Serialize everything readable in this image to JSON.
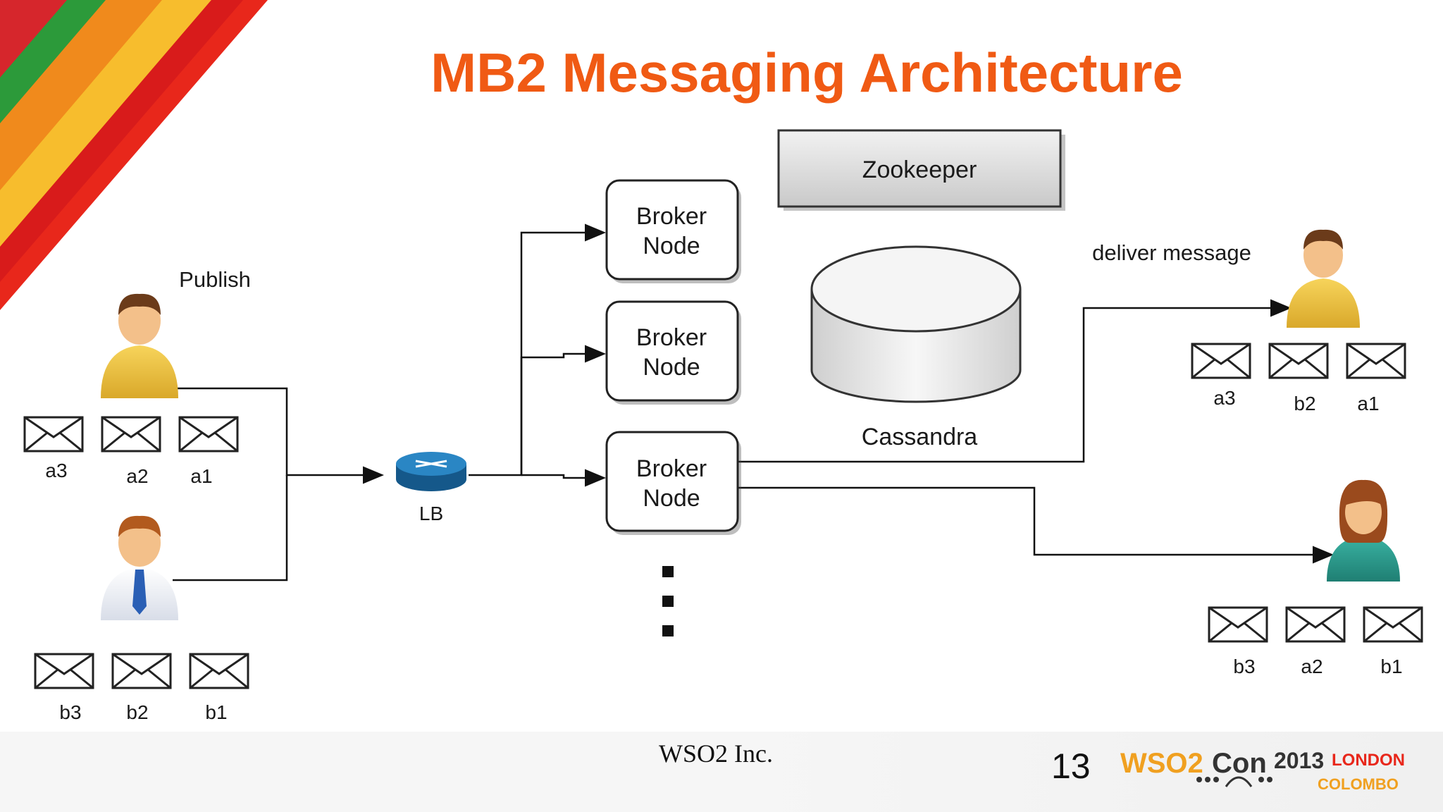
{
  "slide": {
    "title": "MB2 Messaging Architecture",
    "title_color": "#f05a14"
  },
  "diagram": {
    "publish_label": "Publish",
    "deliver_label": "deliver message",
    "lb_label": "LB",
    "zookeeper_label": "Zookeeper",
    "cassandra_label": "Cassandra",
    "broker_nodes": [
      {
        "line1": "Broker",
        "line2": "Node"
      },
      {
        "line1": "Broker",
        "line2": "Node"
      },
      {
        "line1": "Broker",
        "line2": "Node"
      }
    ],
    "publisher1_messages": [
      "a3",
      "a2",
      "a1"
    ],
    "publisher2_messages": [
      "b3",
      "b2",
      "b1"
    ],
    "subscriber1_messages": [
      "a3",
      "b2",
      "a1"
    ],
    "subscriber2_messages": [
      "b3",
      "a2",
      "b1"
    ]
  },
  "footer": {
    "company": "WSO2 Inc.",
    "page_number": "13",
    "logo": {
      "brand": "WSO2",
      "con": "Con",
      "year": "2013",
      "city1": "LONDON",
      "city2": "COLOMBO"
    }
  },
  "colors": {
    "accent_orange": "#f05a14",
    "router_blue": "#1b6fa6",
    "logo_orange": "#f0a020"
  }
}
